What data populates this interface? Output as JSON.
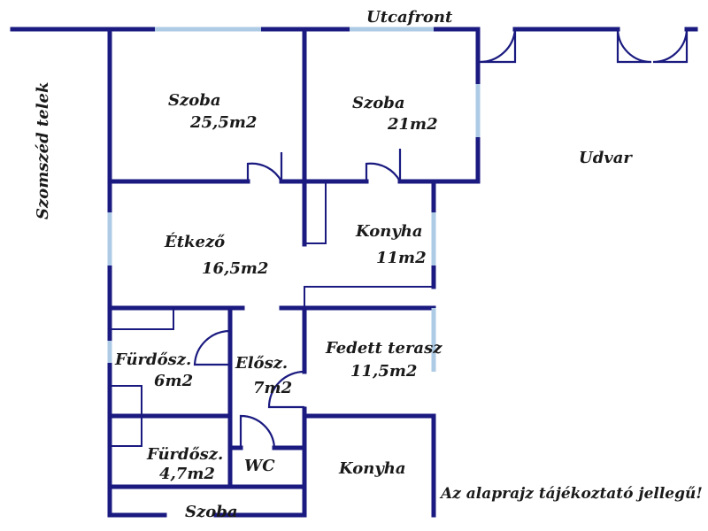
{
  "plan": {
    "street_label": "Utcafront",
    "neighbor_label": "Szomszéd telek",
    "yard_label": "Udvar",
    "disclaimer": "Az alaprajz tájékoztató jellegű!",
    "rooms": [
      {
        "key": "room1",
        "name": "Szoba",
        "area": "25,5m2"
      },
      {
        "key": "room2",
        "name": "Szoba",
        "area": "21m2"
      },
      {
        "key": "dining",
        "name": "Étkező",
        "area": "16,5m2"
      },
      {
        "key": "kitchen",
        "name": "Konyha",
        "area": "11m2"
      },
      {
        "key": "bath1",
        "name": "Fürdősz.",
        "area": "6m2"
      },
      {
        "key": "hall",
        "name": "Elősz.",
        "area": "7m2"
      },
      {
        "key": "terrace",
        "name": "Fedett terasz",
        "area": "11,5m2"
      },
      {
        "key": "bath2",
        "name": "Fürdősz.",
        "area": "4,7m2"
      },
      {
        "key": "wc",
        "name": "WC",
        "area": ""
      },
      {
        "key": "kitchen2",
        "name": "Konyha",
        "area": ""
      },
      {
        "key": "room3",
        "name": "Szoba",
        "area": ""
      }
    ]
  },
  "colors": {
    "wall": "#1a1a80",
    "window": "#aecbe6"
  }
}
